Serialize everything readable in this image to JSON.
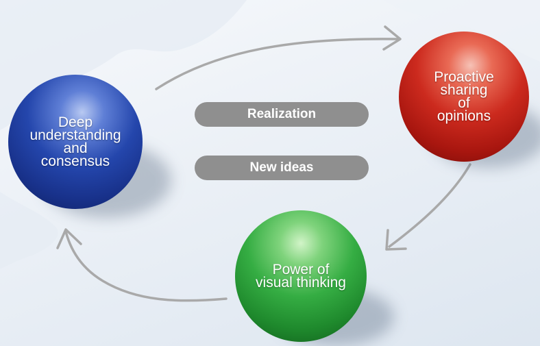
{
  "nodes": {
    "blue": {
      "label": "Deep\nunderstanding\nand\nconsensus",
      "color": "#1f3f9e"
    },
    "red": {
      "label": "Proactive\nsharing\nof\nopinions",
      "color": "#c8221a"
    },
    "green": {
      "label": "Power of\nvisual thinking",
      "color": "#2fa23c"
    }
  },
  "center_labels": {
    "realization": "Realization",
    "new_ideas": "New ideas"
  },
  "colors": {
    "pill": "#8f8f8f",
    "arrow": "#a9a9a9"
  }
}
